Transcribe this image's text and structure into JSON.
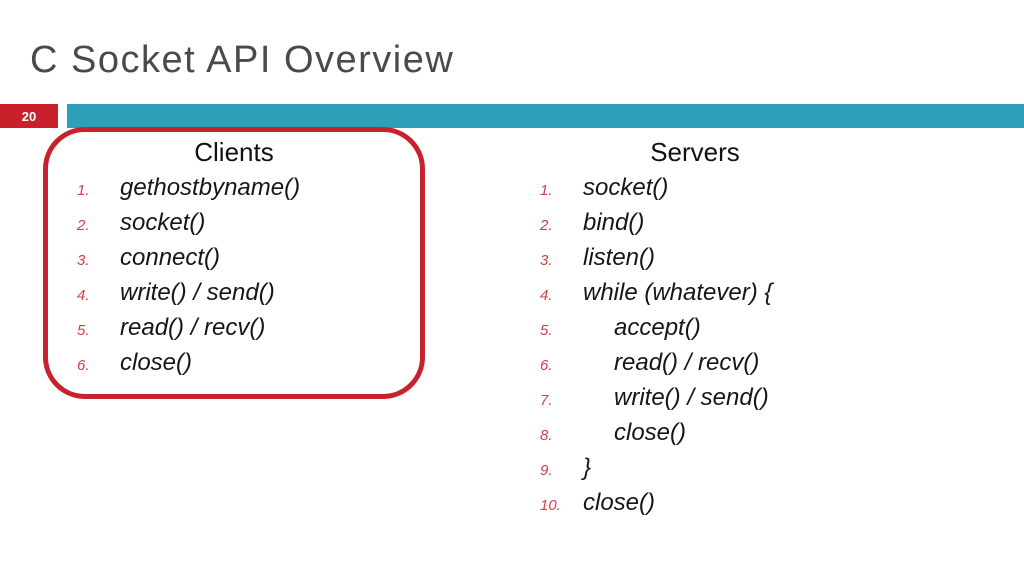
{
  "title": {
    "text": "C Socket API Overview"
  },
  "header_bar": {
    "slide_number": "20"
  },
  "colors": {
    "accent-red": "#c8212b",
    "accent-teal": "#2e9fb8",
    "title-gray": "#4a4a4a",
    "number-red": "#d04045",
    "text-black": "#161616"
  },
  "columns": [
    {
      "header": "Clients",
      "boxed": true,
      "items": [
        {
          "num": "1.",
          "text": "gethostbyname()"
        },
        {
          "num": "2.",
          "text": "socket()"
        },
        {
          "num": "3.",
          "text": "connect()"
        },
        {
          "num": "4.",
          "text": "write() / send()"
        },
        {
          "num": "5.",
          "text": "read() / recv()"
        },
        {
          "num": "6.",
          "text": "close()"
        }
      ]
    },
    {
      "header": "Servers",
      "boxed": false,
      "items": [
        {
          "num": "1.",
          "text": "socket()"
        },
        {
          "num": "2.",
          "text": "bind()"
        },
        {
          "num": "3.",
          "text": "listen()"
        },
        {
          "num": "4.",
          "text": "while (whatever) {"
        },
        {
          "num": "5.",
          "text": "accept()",
          "indent": 1
        },
        {
          "num": "6.",
          "text": "read() / recv()",
          "indent": 1
        },
        {
          "num": "7.",
          "text": "write() / send()",
          "indent": 1
        },
        {
          "num": "8.",
          "text": "close()",
          "indent": 1
        },
        {
          "num": "9.",
          "text": "}"
        },
        {
          "num": "10.",
          "text": "close()"
        }
      ]
    }
  ]
}
